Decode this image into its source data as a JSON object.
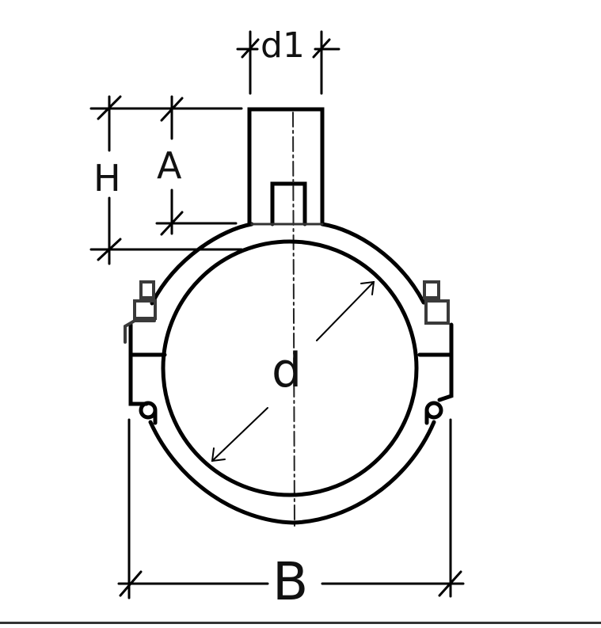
{
  "diagram": {
    "subject": "Electrofusion saddle / branch clamp on pipe (front view)",
    "labels": {
      "d1": "d1",
      "A": "A",
      "H": "H",
      "d": "d",
      "B": "B"
    },
    "colors": {
      "line": "#000000",
      "hardware": "#3a3a3a",
      "background": "#ffffff"
    }
  }
}
